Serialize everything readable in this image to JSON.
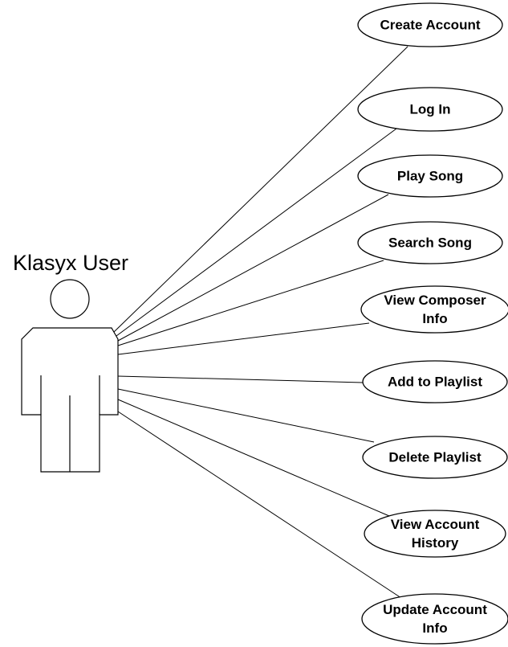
{
  "actor": {
    "name": "Klasyx User"
  },
  "use_cases": [
    {
      "id": "create-account",
      "lines": [
        "Create Account"
      ]
    },
    {
      "id": "log-in",
      "lines": [
        "Log In"
      ]
    },
    {
      "id": "play-song",
      "lines": [
        "Play Song"
      ]
    },
    {
      "id": "search-song",
      "lines": [
        "Search Song"
      ]
    },
    {
      "id": "view-composer-info",
      "lines": [
        "View Composer",
        "Info"
      ]
    },
    {
      "id": "add-to-playlist",
      "lines": [
        "Add to Playlist"
      ]
    },
    {
      "id": "delete-playlist",
      "lines": [
        "Delete Playlist"
      ]
    },
    {
      "id": "view-account-history",
      "lines": [
        "View Account",
        "History"
      ]
    },
    {
      "id": "update-account-info",
      "lines": [
        "Update Account",
        "Info"
      ]
    }
  ]
}
